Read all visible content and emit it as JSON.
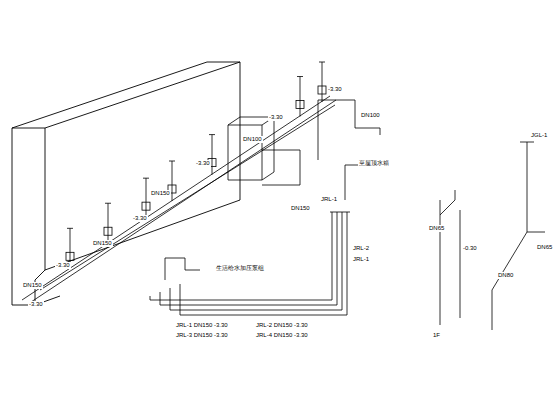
{
  "diagram": {
    "labels": [
      "-3.30",
      "DN150",
      "-3.30",
      "DN150",
      "-3.30",
      "DN150",
      "-3.30",
      "DN100",
      "-3.30",
      "-3.30",
      "DN100",
      "DN150",
      "JRL-1",
      "JRL-1",
      "JRL-2",
      "至屋顶水箱",
      "生活给水加压泵组",
      "JRL-1 DN150 -3.30",
      "JRL-2 DN150 -3.30",
      "JRL-3 DN150 -3.30",
      "JRL-4 DN150 -3.30",
      "DN65",
      "-0.30",
      "DN80",
      "DN65",
      "JGL-1",
      "1F"
    ]
  }
}
